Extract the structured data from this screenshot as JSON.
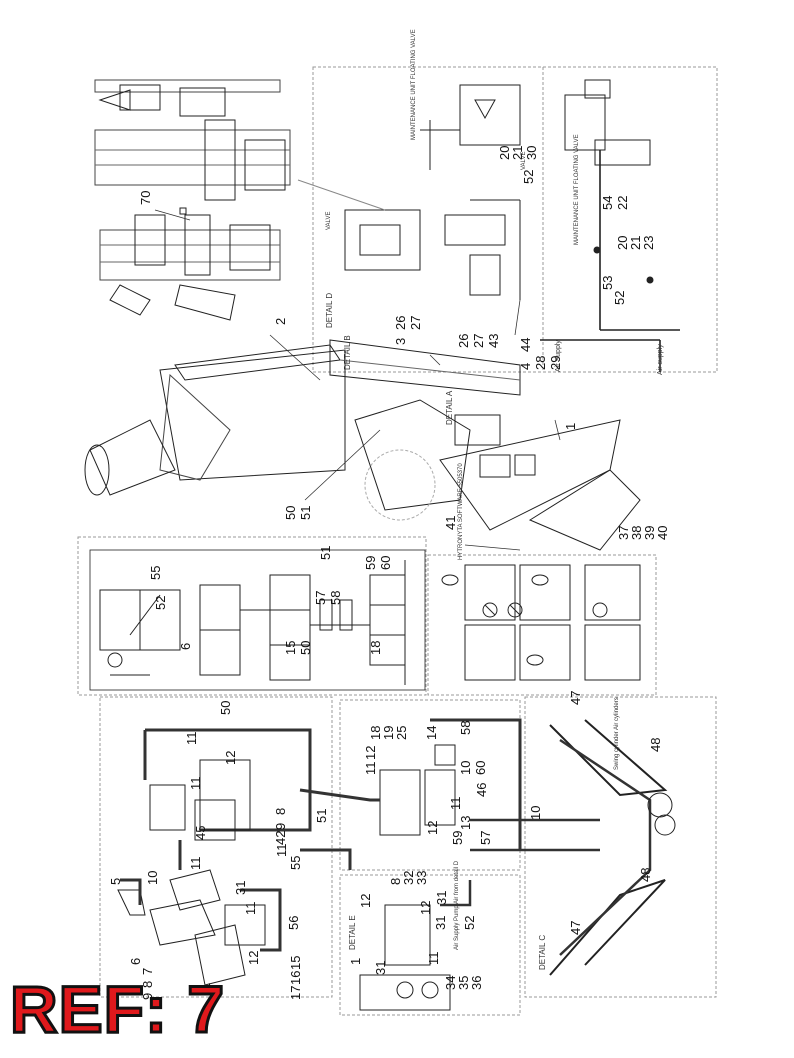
{
  "banner": {
    "text": "REF: 7"
  },
  "captions": [
    "DETAIL D",
    "DETAIL B",
    "DETAIL A",
    "DETAIL C",
    "DETAIL E",
    "Air supply",
    "Air Supply",
    "Air Supply Pump Air from detail D",
    "Swing cylinder Air cylinders",
    "VALVE",
    "VALVE",
    "MAINTENANCE UNIT FLOATING VALVE",
    "MAINTENANCE UNIT FLOATING VALVE",
    "HYTRONYTA SOFTWARE 5505370"
  ],
  "numbers": [
    "70",
    "2",
    "3",
    "26",
    "27",
    "26",
    "27",
    "43",
    "4",
    "44",
    "28",
    "29",
    "1",
    "50",
    "51",
    "20",
    "21",
    "30",
    "52",
    "22",
    "54",
    "20",
    "21",
    "23",
    "53",
    "52",
    "41",
    "37",
    "38",
    "39",
    "40",
    "55",
    "51",
    "59",
    "60",
    "52",
    "6",
    "15",
    "50",
    "57",
    "58",
    "18",
    "50",
    "11",
    "12",
    "11",
    "45",
    "11",
    "8",
    "9",
    "42",
    "11",
    "5",
    "10",
    "31",
    "11",
    "56",
    "12",
    "15",
    "16",
    "17",
    "6",
    "7",
    "8",
    "9",
    "1",
    "55",
    "18",
    "19",
    "25",
    "12",
    "11",
    "14",
    "58",
    "10",
    "60",
    "46",
    "13",
    "11",
    "12",
    "59",
    "57",
    "51",
    "47",
    "48",
    "10",
    "48",
    "47",
    "8",
    "32",
    "33",
    "12",
    "31",
    "12",
    "31",
    "52",
    "11",
    "1",
    "31",
    "34",
    "35",
    "36"
  ]
}
